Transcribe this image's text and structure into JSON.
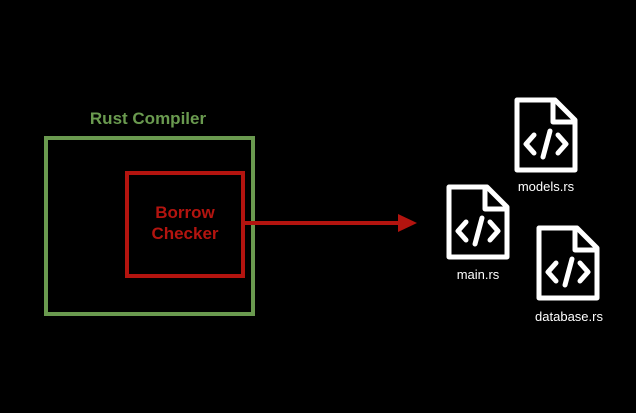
{
  "colors": {
    "background": "#000000",
    "compiler": "#6a9a4f",
    "checker": "#b3140f",
    "file": "#ffffff"
  },
  "compiler": {
    "title": "Rust Compiler"
  },
  "checker": {
    "line1": "Borrow",
    "line2": "Checker"
  },
  "files": {
    "main": {
      "label": "main.rs",
      "icon": "code-file-icon"
    },
    "models": {
      "label": "models.rs",
      "icon": "code-file-icon"
    },
    "database": {
      "label": "database.rs",
      "icon": "code-file-icon"
    }
  }
}
